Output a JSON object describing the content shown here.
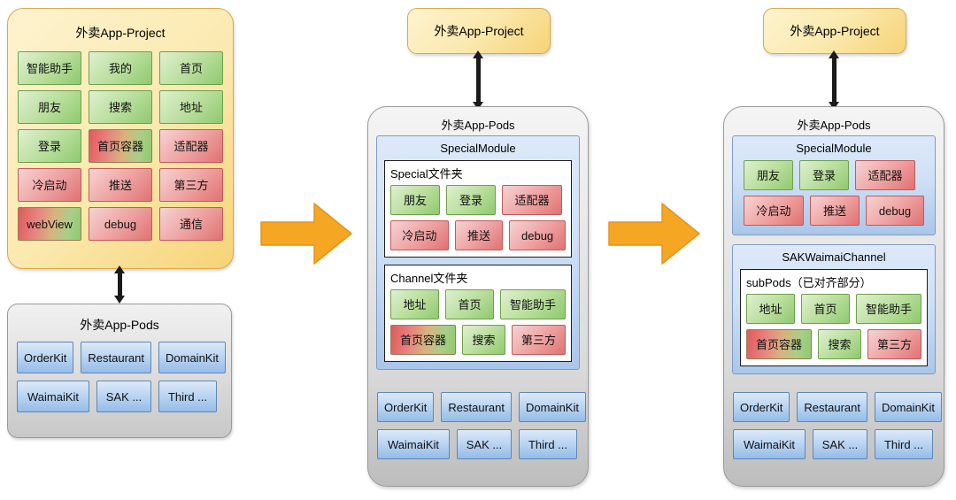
{
  "diagram": {
    "title_semantic": "pod-modularization-migration-stages",
    "colors": {
      "project_yellow": "#fbe9ae",
      "project_border": "#d6ab4c",
      "pods_gray": "#e2e2e2",
      "module_blue": "#cfe0f6",
      "tile_green": "#b7dd9a",
      "tile_red": "#ee9f9f",
      "tile_blue": "#bcd6f2",
      "arrow_orange": "#f5a623",
      "connector_black": "#1a1a1a"
    }
  },
  "arrows": {
    "arrow1_name": "stage-arrow-1",
    "arrow2_name": "stage-arrow-2"
  },
  "stage1": {
    "project_title": "外卖App-Project",
    "pods_title": "外卖App-Pods",
    "project_tiles": [
      {
        "label": "智能助手",
        "color": "green"
      },
      {
        "label": "我的",
        "color": "green"
      },
      {
        "label": "首页",
        "color": "green"
      },
      {
        "label": "朋友",
        "color": "green"
      },
      {
        "label": "搜索",
        "color": "green"
      },
      {
        "label": "地址",
        "color": "green"
      },
      {
        "label": "登录",
        "color": "green"
      },
      {
        "label": "首页容器",
        "color": "redgreen"
      },
      {
        "label": "适配器",
        "color": "red"
      },
      {
        "label": "冷启动",
        "color": "red"
      },
      {
        "label": "推送",
        "color": "red"
      },
      {
        "label": "第三方",
        "color": "red"
      },
      {
        "label": "webView",
        "color": "redgreen"
      },
      {
        "label": "debug",
        "color": "red"
      },
      {
        "label": "通信",
        "color": "red"
      }
    ],
    "pods_rows": [
      [
        {
          "label": "OrderKit",
          "width": 66
        },
        {
          "label": "Restaurant",
          "width": 88
        },
        {
          "label": "DomainKit",
          "width": 80
        }
      ],
      [
        {
          "label": "WaimaiKit",
          "width": 82
        },
        {
          "label": "SAK ...",
          "width": 62
        },
        {
          "label": "Third ...",
          "width": 66
        }
      ]
    ]
  },
  "stage2": {
    "project_title": "外卖App-Project",
    "pods_title": "外卖App-Pods",
    "module_title": "SpecialModule",
    "folders": [
      {
        "title": "Special文件夹",
        "rows": [
          [
            {
              "label": "朋友",
              "color": "green",
              "width": 56
            },
            {
              "label": "登录",
              "color": "green",
              "width": 56
            },
            {
              "label": "适配器",
              "color": "red",
              "width": 68
            }
          ],
          [
            {
              "label": "冷启动",
              "color": "red",
              "width": 68
            },
            {
              "label": "推送",
              "color": "red",
              "width": 56
            },
            {
              "label": "debug",
              "color": "red",
              "width": 66
            }
          ]
        ]
      },
      {
        "title": "Channel文件夹",
        "rows": [
          [
            {
              "label": "地址",
              "color": "green",
              "width": 58
            },
            {
              "label": "首页",
              "color": "green",
              "width": 58
            },
            {
              "label": "智能助手",
              "color": "green",
              "width": 78
            }
          ],
          [
            {
              "label": "首页容器",
              "color": "redgreen",
              "width": 78
            },
            {
              "label": "搜索",
              "color": "green",
              "width": 58
            },
            {
              "label": "第三方",
              "color": "red",
              "width": 68
            }
          ]
        ]
      }
    ],
    "pods_rows": [
      [
        {
          "label": "OrderKit",
          "width": 66
        },
        {
          "label": "Restaurant",
          "width": 88
        },
        {
          "label": "DomainKit",
          "width": 80
        }
      ],
      [
        {
          "label": "WaimaiKit",
          "width": 82
        },
        {
          "label": "SAK ...",
          "width": 62
        },
        {
          "label": "Third ...",
          "width": 66
        }
      ]
    ]
  },
  "stage3": {
    "project_title": "外卖App-Project",
    "pods_title": "外卖App-Pods",
    "modules": [
      {
        "title": "SpecialModule",
        "folder": null,
        "rows": [
          [
            {
              "label": "朋友",
              "color": "green",
              "width": 56
            },
            {
              "label": "登录",
              "color": "green",
              "width": 56
            },
            {
              "label": "适配器",
              "color": "red",
              "width": 68
            }
          ],
          [
            {
              "label": "冷启动",
              "color": "red",
              "width": 68
            },
            {
              "label": "推送",
              "color": "red",
              "width": 56
            },
            {
              "label": "debug",
              "color": "red",
              "width": 66
            }
          ]
        ]
      },
      {
        "title": "SAKWaimaiChannel",
        "folder": "subPods（已对齐部分）",
        "rows": [
          [
            {
              "label": "地址",
              "color": "green",
              "width": 58
            },
            {
              "label": "首页",
              "color": "green",
              "width": 58
            },
            {
              "label": "智能助手",
              "color": "green",
              "width": 78
            }
          ],
          [
            {
              "label": "首页容器",
              "color": "redgreen",
              "width": 78
            },
            {
              "label": "搜索",
              "color": "green",
              "width": 58
            },
            {
              "label": "第三方",
              "color": "red",
              "width": 68
            }
          ]
        ]
      }
    ],
    "pods_rows": [
      [
        {
          "label": "OrderKit",
          "width": 66
        },
        {
          "label": "Restaurant",
          "width": 88
        },
        {
          "label": "DomainKit",
          "width": 80
        }
      ],
      [
        {
          "label": "WaimaiKit",
          "width": 82
        },
        {
          "label": "SAK ...",
          "width": 62
        },
        {
          "label": "Third ...",
          "width": 66
        }
      ]
    ]
  }
}
